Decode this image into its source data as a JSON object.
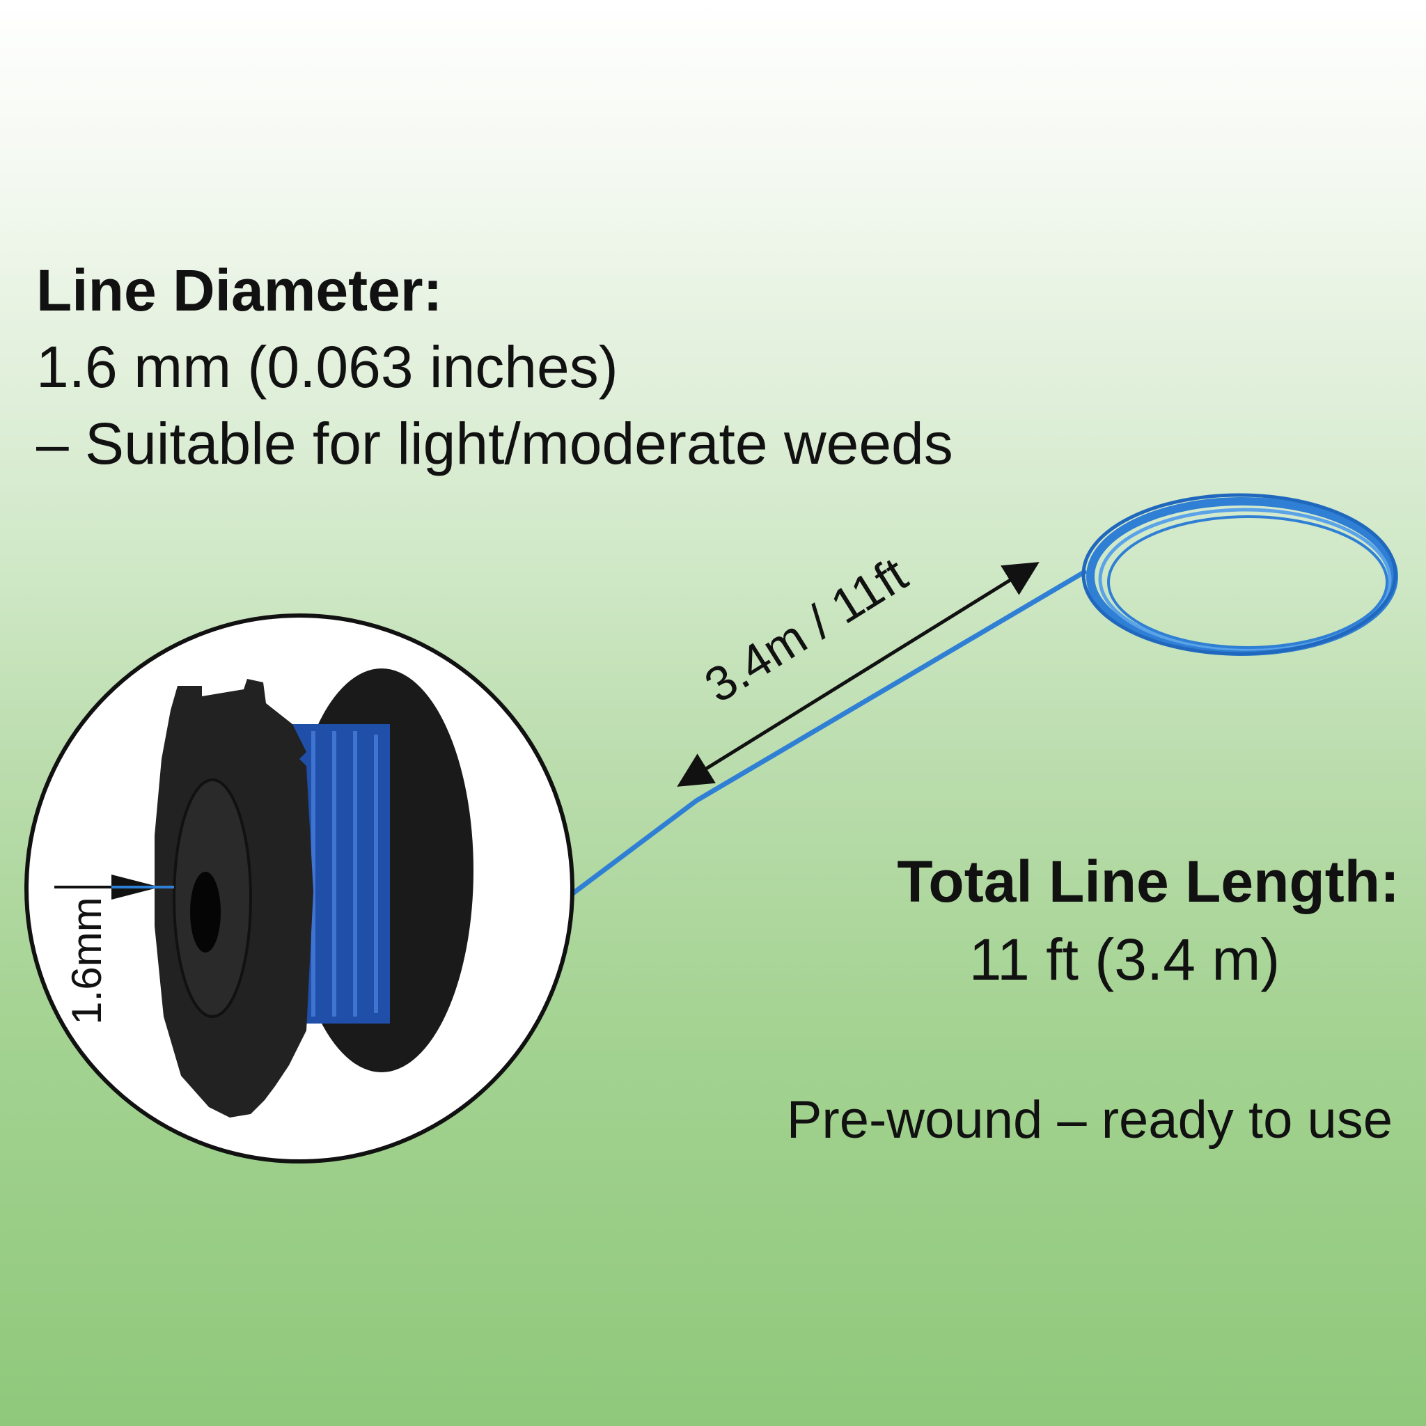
{
  "diameter": {
    "title": "Line Diameter:",
    "value": "1.6 mm (0.063 inches)",
    "note": "– Suitable for light/moderate weeds"
  },
  "length": {
    "title": "Total Line Length:",
    "value": "11 ft (3.4 m)",
    "prewound": "Pre-wound – ready to use"
  },
  "callouts": {
    "arrow_label": "3.4m / 11ft",
    "diameter_label": "1.6mm"
  },
  "colors": {
    "line_blue": "#2f7fd4",
    "spool_line": "#1f4fa8",
    "spool_body": "#1c1c1c"
  }
}
